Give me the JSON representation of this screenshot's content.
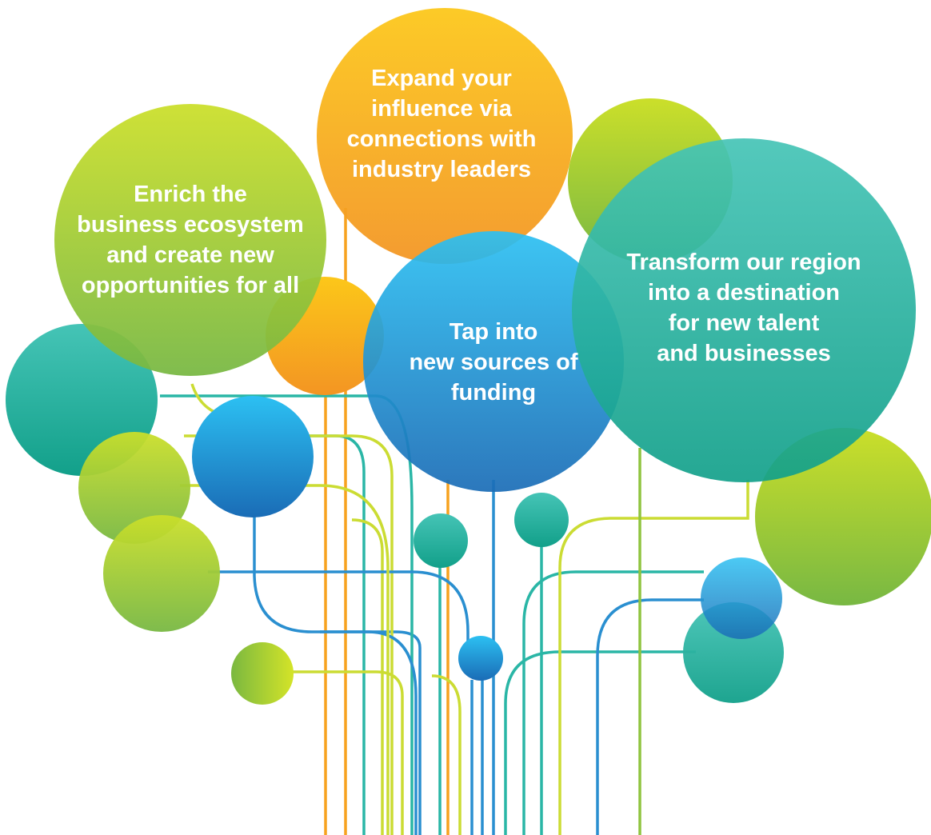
{
  "colors": {
    "green_light": "#cbdf2a",
    "green_dark": "#7ab840",
    "teal_light": "#3fc2b4",
    "teal_dark": "#12a28c",
    "blue_light": "#2bbdf0",
    "blue_dark": "#1a6fb8",
    "orange_light": "#fbc31a",
    "orange_dark": "#f39a22"
  },
  "bubbles": {
    "enrich": {
      "lines": [
        "Enrich the",
        "business ecosystem",
        "and create new",
        "opportunities for all"
      ]
    },
    "expand": {
      "lines": [
        "Expand your",
        "influence via",
        "connections with",
        "industry leaders"
      ]
    },
    "tap": {
      "lines": [
        "Tap into",
        "new sources of",
        "funding"
      ]
    },
    "transform": {
      "lines": [
        "Transform our region",
        "into a destination",
        "for new talent",
        "and businesses"
      ]
    }
  }
}
